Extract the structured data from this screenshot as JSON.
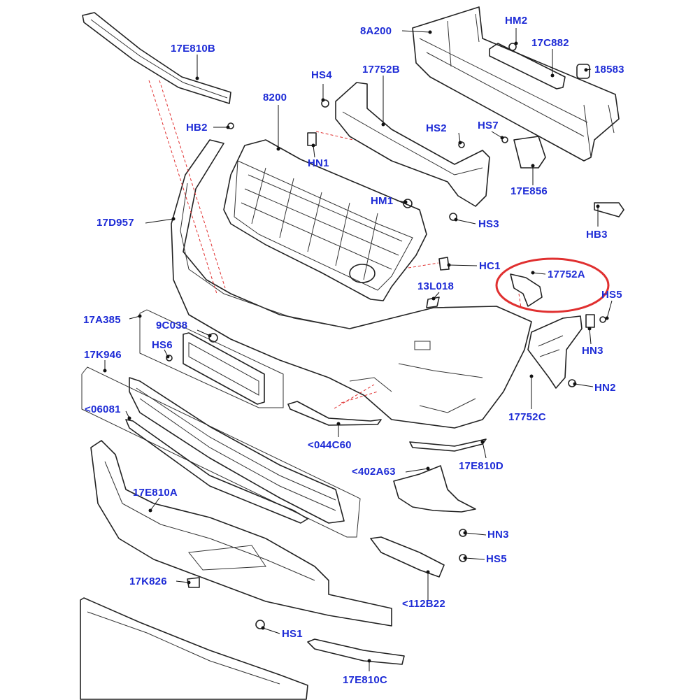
{
  "diagram": {
    "colors": {
      "label": "#1d2bd6",
      "highlight": "#e03030",
      "line": "#222222"
    },
    "highlighted_part": "17752A",
    "labels": {
      "p8A200": "8A200",
      "pHM2": "HM2",
      "p17C882": "17C882",
      "p18583": "18583",
      "p17E810B": "17E810B",
      "pHS4": "HS4",
      "p17752B": "17752B",
      "p8200": "8200",
      "pHB2": "HB2",
      "pHS2": "HS2",
      "pHS7": "HS7",
      "pHN1": "HN1",
      "p17E856": "17E856",
      "pHM1": "HM1",
      "p17D957": "17D957",
      "pHS3": "HS3",
      "pHB3": "HB3",
      "pHC1": "HC1",
      "p17752A": "17752A",
      "p13L018": "13L018",
      "pHS5a": "HS5",
      "p17A385": "17A385",
      "p9C038": "9C038",
      "pHN3a": "HN3",
      "pHS6": "HS6",
      "p17K946": "17K946",
      "pHN2": "HN2",
      "p06081": "<06081",
      "p17752C": "17752C",
      "p044C60": "<044C60",
      "p17E810D": "17E810D",
      "p402A63": "<402A63",
      "p17E810A": "17E810A",
      "pHN3b": "HN3",
      "pHS5b": "HS5",
      "p17K826": "17K826",
      "p112B22": "<112B22",
      "pHS1": "HS1",
      "p17E810C": "17E810C"
    }
  }
}
